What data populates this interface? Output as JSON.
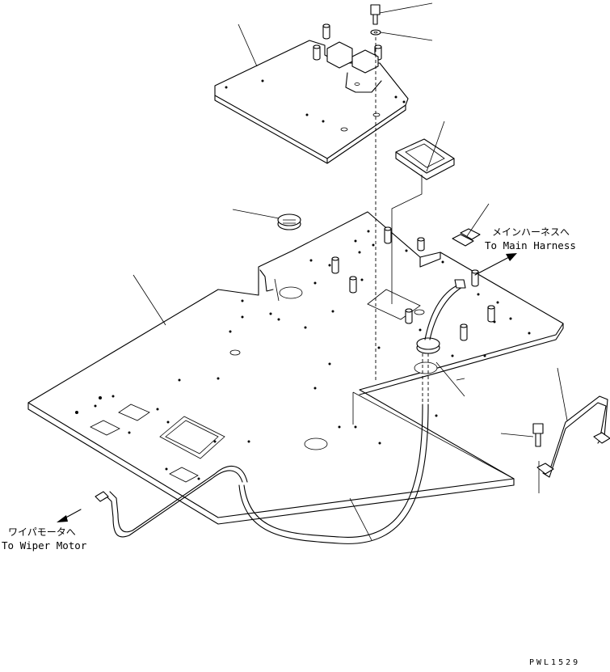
{
  "labels": {
    "main_harness_jp": "メインハーネスへ",
    "main_harness_en": "To Main Harness",
    "wiper_motor_jp": "ワイパモータへ",
    "wiper_motor_en": "To Wiper Motor",
    "drawing_code": "PWL1529"
  }
}
